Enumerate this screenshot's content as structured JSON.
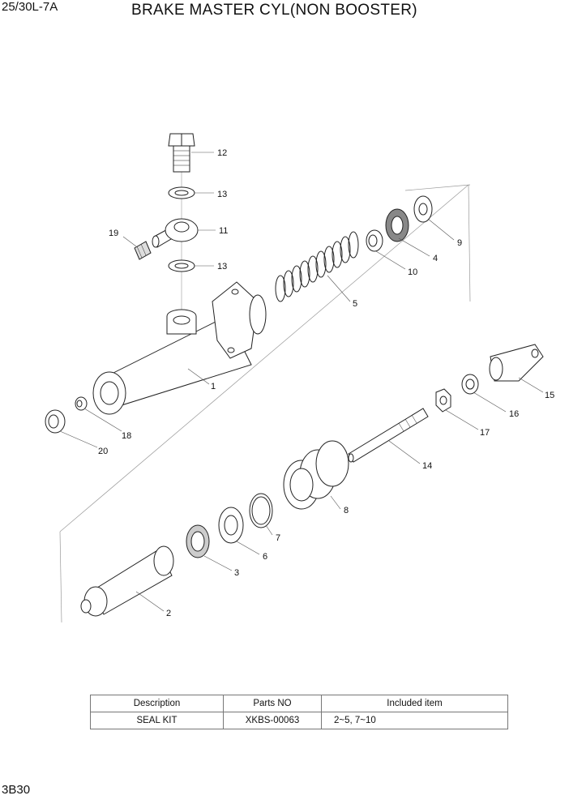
{
  "header": {
    "model": "25/30L-7A",
    "title": "BRAKE MASTER CYL(NON BOOSTER)"
  },
  "footer": {
    "page": "3B30"
  },
  "callouts": {
    "c1": "1",
    "c2": "2",
    "c3": "3",
    "c4": "4",
    "c5": "5",
    "c6": "6",
    "c7": "7",
    "c8": "8",
    "c9": "9",
    "c10": "10",
    "c11": "11",
    "c12": "12",
    "c13a": "13",
    "c13b": "13",
    "c14": "14",
    "c15": "15",
    "c16": "16",
    "c17": "17",
    "c18": "18",
    "c19": "19",
    "c20": "20"
  },
  "table": {
    "headers": [
      "Description",
      "Parts NO",
      "Included item"
    ],
    "rows": [
      {
        "description": "SEAL KIT",
        "part_no": "XKBS-00063",
        "included": "2~5, 7~10"
      }
    ]
  }
}
